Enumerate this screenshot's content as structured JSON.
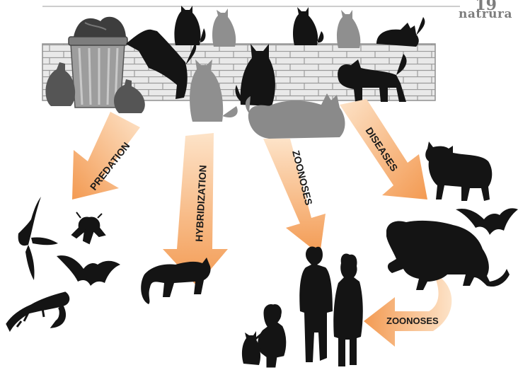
{
  "brand": {
    "page_number": "19",
    "name": "natrura"
  },
  "arrows": {
    "predation": "PREDATION",
    "hybridization": "HYBRIDIZATION",
    "zoonoses": "ZOONOSES",
    "diseases": "DISEASES",
    "zoonoses_return": "ZOONOSES"
  },
  "colors": {
    "arrow_orange": "#f39a52",
    "arrow_light": "#fde3c8",
    "silhouette_dark": "#141414",
    "silhouette_grey": "#8a8a8a",
    "wall": "#e8e8e8"
  }
}
